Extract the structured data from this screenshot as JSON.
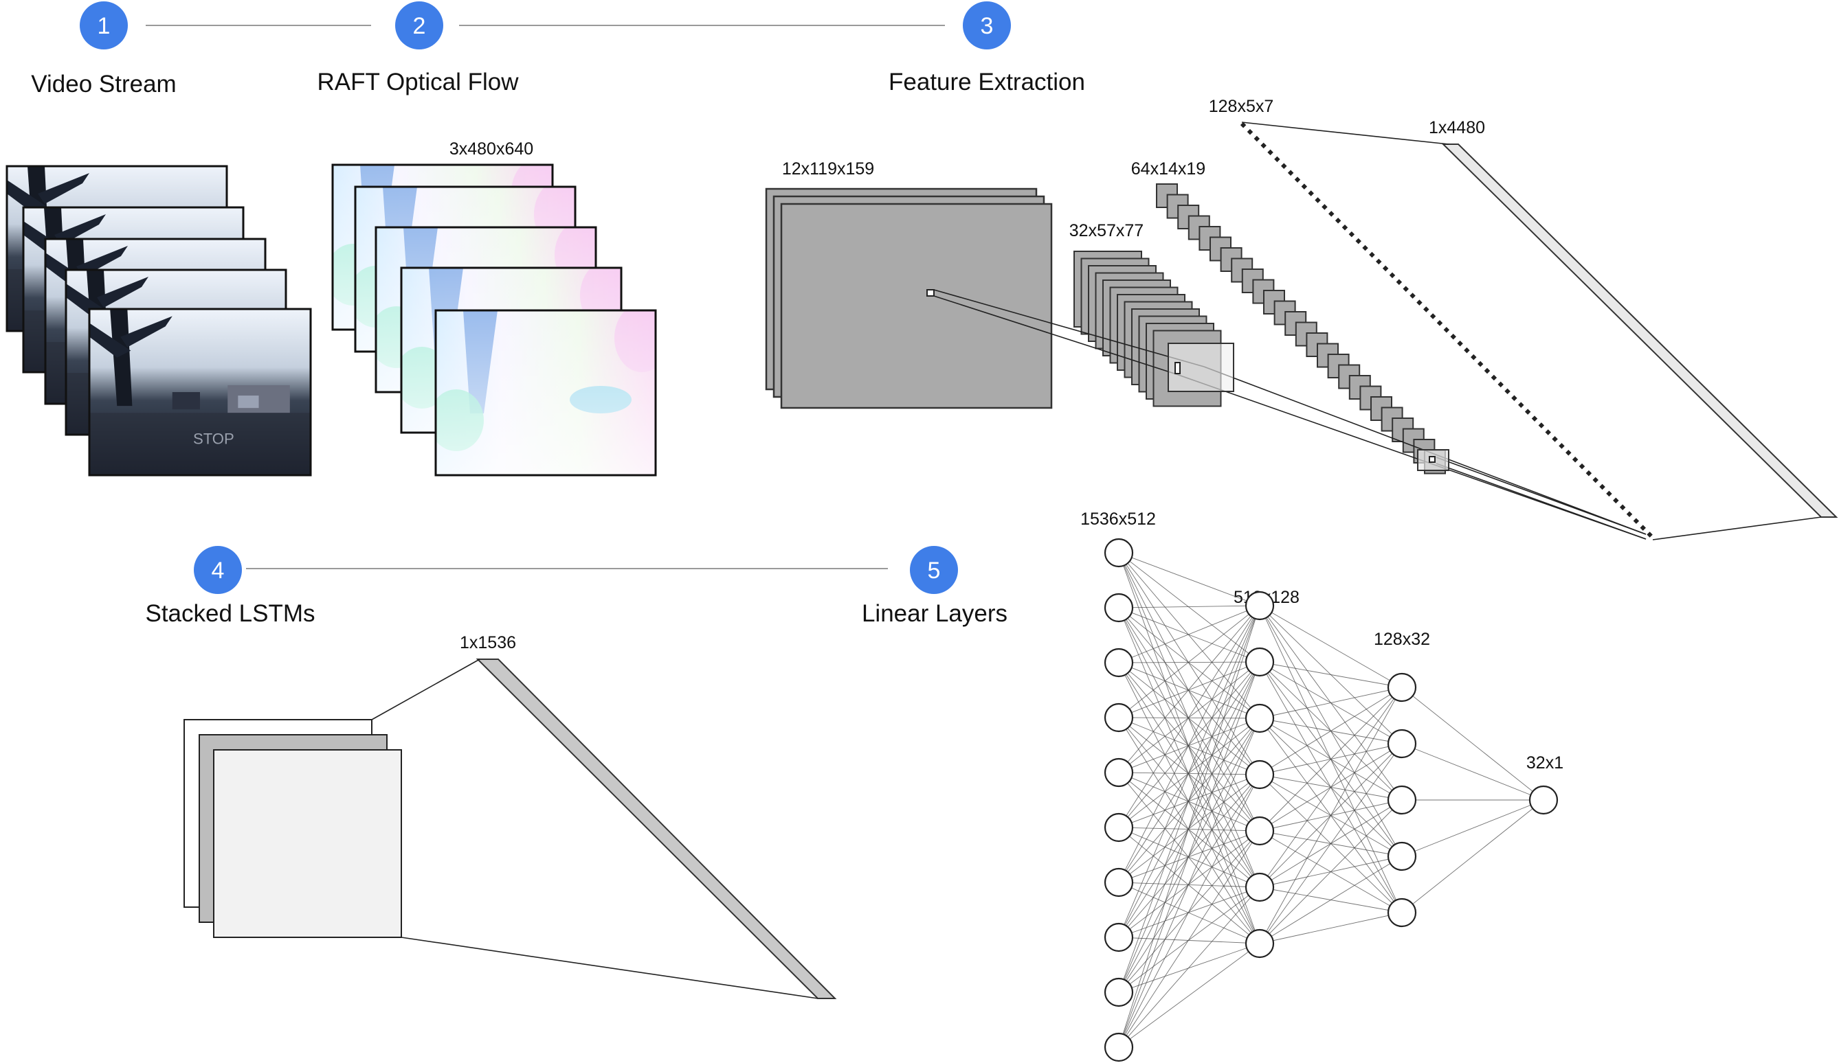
{
  "steps": [
    {
      "num": "1",
      "title": "Video Stream"
    },
    {
      "num": "2",
      "title": "RAFT Optical Flow"
    },
    {
      "num": "3",
      "title": "Feature Extraction"
    },
    {
      "num": "4",
      "title": "Stacked LSTMs"
    },
    {
      "num": "5",
      "title": "Linear Layers"
    }
  ],
  "dims": {
    "flow": "3x480x640",
    "conv1": "12x119x159",
    "conv2": "32x57x77",
    "conv3": "64x14x19",
    "conv4": "128x5x7",
    "flat": "1x4480",
    "lstm": "1x1536",
    "fc1": "1536x512",
    "fc2": "512x128",
    "fc3": "128x32",
    "fc4": "32x1"
  },
  "network": {
    "layer_sizes": [
      10,
      7,
      5,
      1
    ]
  },
  "colors": {
    "accent": "#3f7ee8",
    "block_fill": "#aaaaaa",
    "light_fill": "#eeeeee"
  },
  "icons": {
    "video_frame": "dashcam-frame-icon",
    "flow_frame": "optical-flow-frame-icon"
  }
}
